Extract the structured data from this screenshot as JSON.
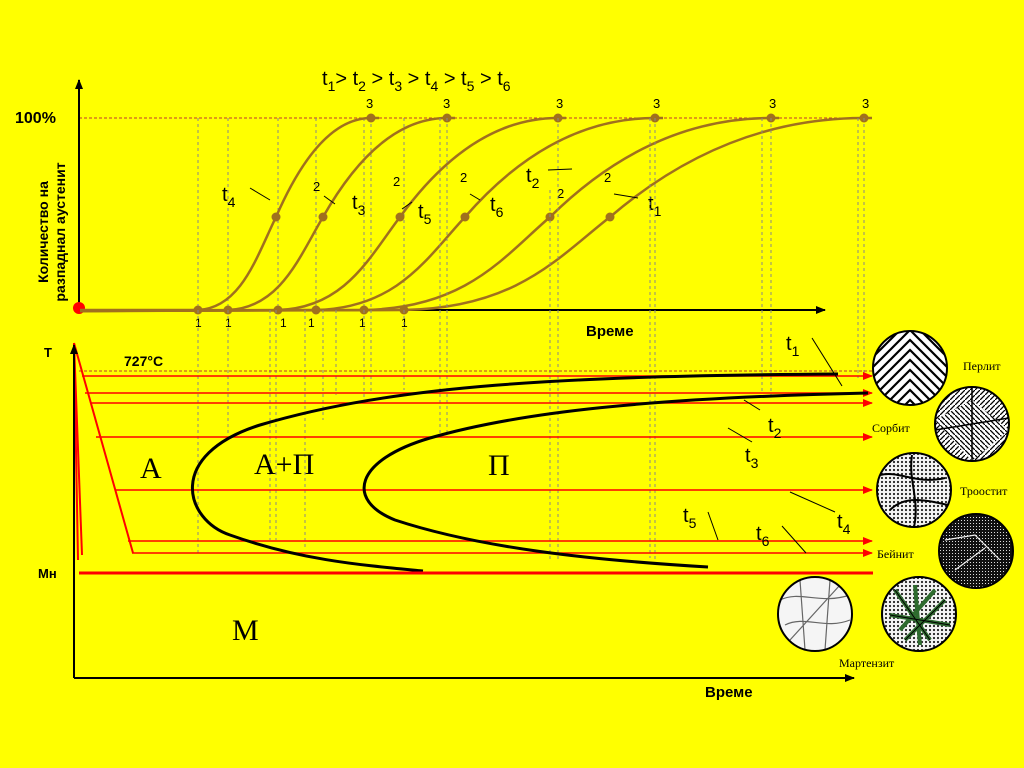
{
  "colors": {
    "background": "#ffff00",
    "curve": "#a0701e",
    "red": "#ff0000",
    "black": "#000000"
  },
  "top_plot": {
    "title_parts": [
      {
        "t": "t"
      },
      {
        "s": "1"
      },
      {
        "t": "> t"
      },
      {
        "s": "2"
      },
      {
        "t": " > t"
      },
      {
        "s": "3"
      },
      {
        "t": " > t"
      },
      {
        "s": "4"
      },
      {
        "t": " > t"
      },
      {
        "s": "5"
      },
      {
        "t": " > t"
      },
      {
        "s": "6"
      }
    ],
    "y_tick": "100%",
    "y_label_line1": "Количество на",
    "y_label_line2": "разпаднал аустенит",
    "x_label": "Време",
    "start_label": "1",
    "mid_label": "2",
    "end_label": "3",
    "curves": [
      {
        "t": "t",
        "s": "4"
      },
      {
        "t": "t",
        "s": "3"
      },
      {
        "t": "t",
        "s": "5"
      },
      {
        "t": "t",
        "s": "6"
      },
      {
        "t": "t",
        "s": "2"
      },
      {
        "t": "t",
        "s": "1"
      }
    ]
  },
  "bottom_plot": {
    "y_label": "T",
    "x_label": "Време",
    "a1_label": "727°С",
    "ms_label": "Мн",
    "regions": {
      "austenite": "А",
      "mixed": "А+П",
      "product": "П",
      "martensite": "М"
    },
    "cooling_lines": [
      {
        "t": "t",
        "s": "1"
      },
      {
        "t": "t",
        "s": "2"
      },
      {
        "t": "t",
        "s": "3"
      },
      {
        "t": "t",
        "s": "4"
      },
      {
        "t": "t",
        "s": "5"
      },
      {
        "t": "t",
        "s": "6"
      }
    ],
    "microstructures": [
      "Перлит",
      "Сорбит",
      "Троостит",
      "Бейнит",
      "Мартензит"
    ]
  }
}
